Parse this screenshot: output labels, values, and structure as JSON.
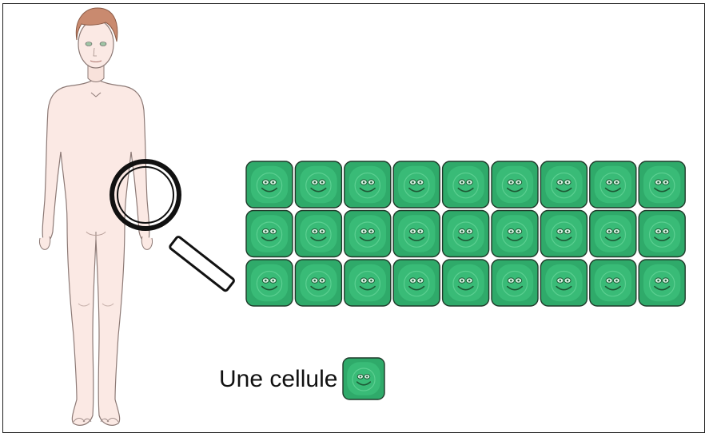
{
  "caption": {
    "label": "Une cellule"
  },
  "cell_grid": {
    "rows": 3,
    "columns": 9
  },
  "colors": {
    "cell_fill": "#2faa6a",
    "cell_inner": "#3cbf7b",
    "cell_outline": "#1f3a2a",
    "skin": "#fbe9e4",
    "skin_outline": "#8d7a76",
    "hair": "#c98a6f"
  },
  "icons": {
    "figure": "human-body-figure",
    "magnifier": "magnifying-glass-icon",
    "cell": "smiley-cell-icon"
  }
}
